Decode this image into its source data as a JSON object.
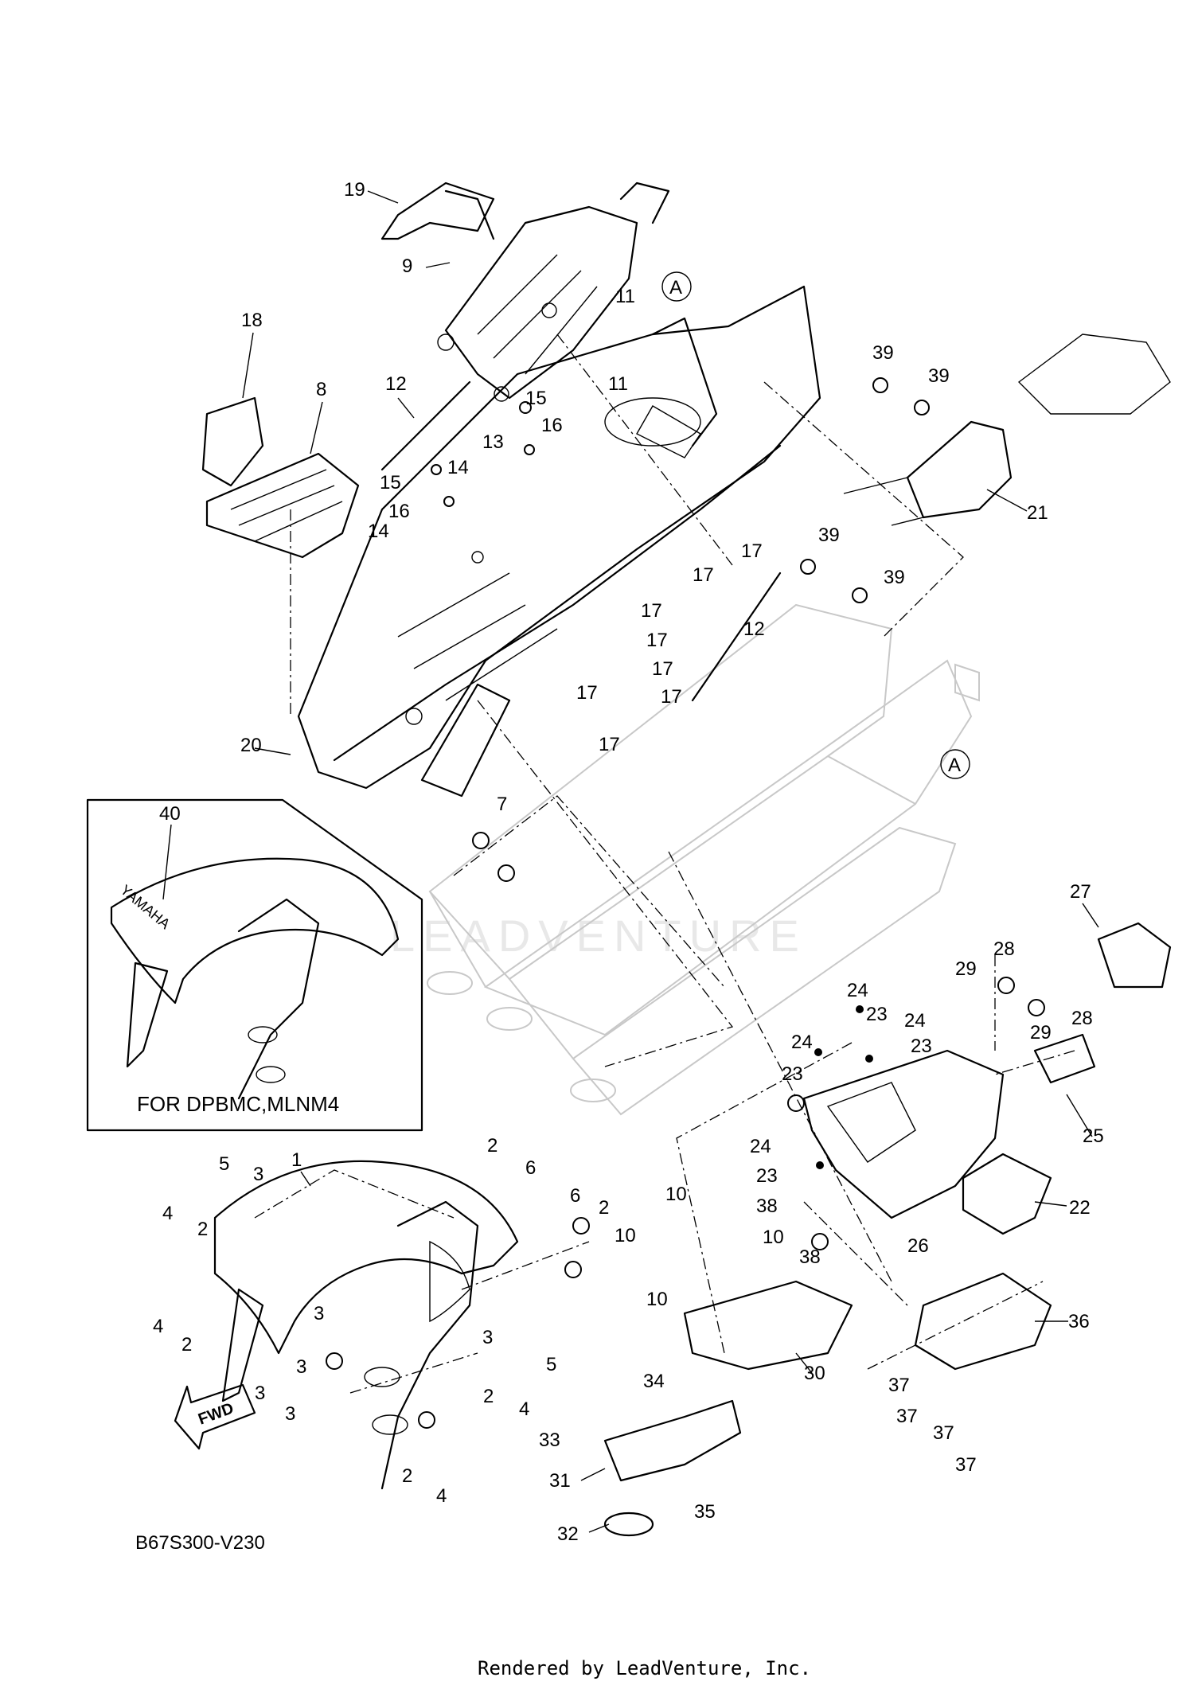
{
  "diagram": {
    "code": "B67S300-V230",
    "inset_note": "FOR DPBMC,MLNM4",
    "footer": "Rendered by LeadVenture, Inc.",
    "watermark": "LEADVENTURE",
    "fwd_label": "FWD",
    "fender_brand": "YAMAHA",
    "ref_marker": "A"
  },
  "callouts": [
    "1",
    "2",
    "3",
    "4",
    "5",
    "6",
    "7",
    "8",
    "9",
    "10",
    "11",
    "12",
    "13",
    "14",
    "15",
    "16",
    "17",
    "18",
    "19",
    "20",
    "21",
    "22",
    "23",
    "24",
    "25",
    "26",
    "27",
    "28",
    "29",
    "30",
    "31",
    "32",
    "33",
    "34",
    "35",
    "36",
    "37",
    "38",
    "39",
    "40"
  ]
}
